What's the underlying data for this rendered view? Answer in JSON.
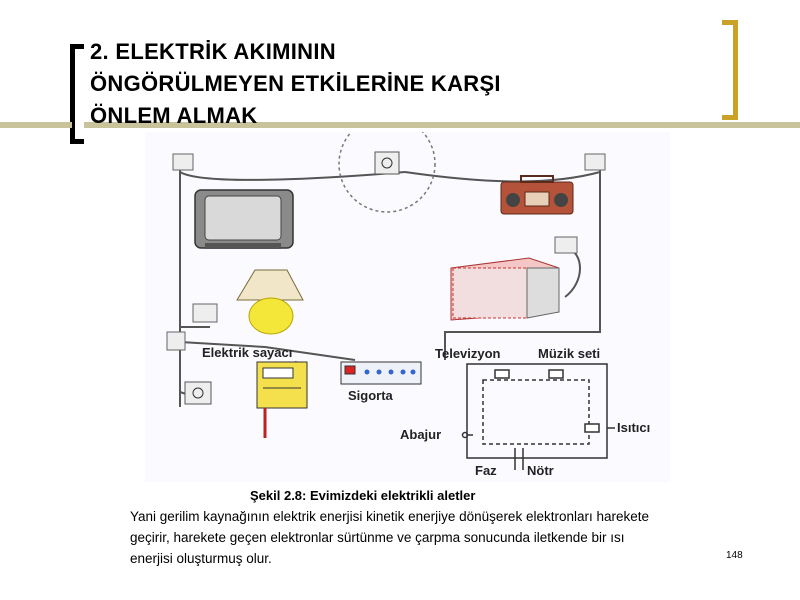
{
  "slide": {
    "title_lines": [
      "2. ELEKTRİK AKIMININ",
      "ÖNGÖRÜLMEYEN ETKİLERİNE KARŞI",
      "ÖNLEM ALMAK"
    ],
    "figure_labels": {
      "meter": "Elektrik sayacı",
      "tv": "Televizyon",
      "music": "Müzik seti",
      "fuse": "Sigorta",
      "lamp": "Abajur",
      "heater": "Isıtıcı",
      "phase": "Faz",
      "neutral": "Nötr"
    },
    "caption": "Şekil 2.8: Evimizdeki elektrikli aletler",
    "body_lines": [
      "Yani gerilim kaynağının elektrik enerjisi kinetik enerjiye dönüşerek elektronları harekete",
      "geçirir, harekete geçen elektronlar sürtünme ve çarpma sonucunda iletkende bir ısı",
      "enerjisi oluşturmuş olur."
    ],
    "page_number": "148",
    "colors": {
      "accent": "#c9a227",
      "rule": "#c8c39a"
    }
  }
}
